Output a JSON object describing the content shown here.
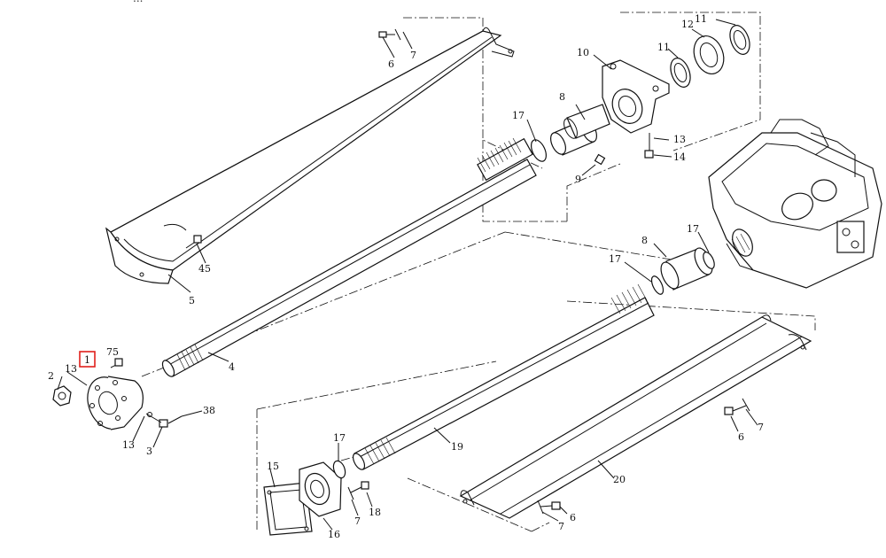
{
  "caption_partial": "...",
  "highlight": {
    "label": "1",
    "color": "#e0201c"
  },
  "callouts": [
    {
      "id": "c1",
      "label": "1"
    },
    {
      "id": "c2",
      "label": "2"
    },
    {
      "id": "c3",
      "label": "3"
    },
    {
      "id": "c4",
      "label": "4"
    },
    {
      "id": "c5",
      "label": "5"
    },
    {
      "id": "c6a",
      "label": "6"
    },
    {
      "id": "c6b",
      "label": "6"
    },
    {
      "id": "c6c",
      "label": "6"
    },
    {
      "id": "c7a",
      "label": "7"
    },
    {
      "id": "c7b",
      "label": "7"
    },
    {
      "id": "c7c",
      "label": "7"
    },
    {
      "id": "c7d",
      "label": "7"
    },
    {
      "id": "c8a",
      "label": "8"
    },
    {
      "id": "c8b",
      "label": "8"
    },
    {
      "id": "c9",
      "label": "9"
    },
    {
      "id": "c10",
      "label": "10"
    },
    {
      "id": "c11a",
      "label": "11"
    },
    {
      "id": "c11b",
      "label": "11"
    },
    {
      "id": "c12",
      "label": "12"
    },
    {
      "id": "c13a",
      "label": "13"
    },
    {
      "id": "c13b",
      "label": "13"
    },
    {
      "id": "c13c",
      "label": "13"
    },
    {
      "id": "c14",
      "label": "14"
    },
    {
      "id": "c15",
      "label": "15"
    },
    {
      "id": "c16",
      "label": "16"
    },
    {
      "id": "c17a",
      "label": "17"
    },
    {
      "id": "c17b",
      "label": "17"
    },
    {
      "id": "c17c",
      "label": "17"
    },
    {
      "id": "c17d",
      "label": "17"
    },
    {
      "id": "c18",
      "label": "18"
    },
    {
      "id": "c19",
      "label": "19"
    },
    {
      "id": "c20",
      "label": "20"
    },
    {
      "id": "c38",
      "label": "38"
    },
    {
      "id": "c45",
      "label": "45"
    },
    {
      "id": "c75",
      "label": "75"
    }
  ]
}
